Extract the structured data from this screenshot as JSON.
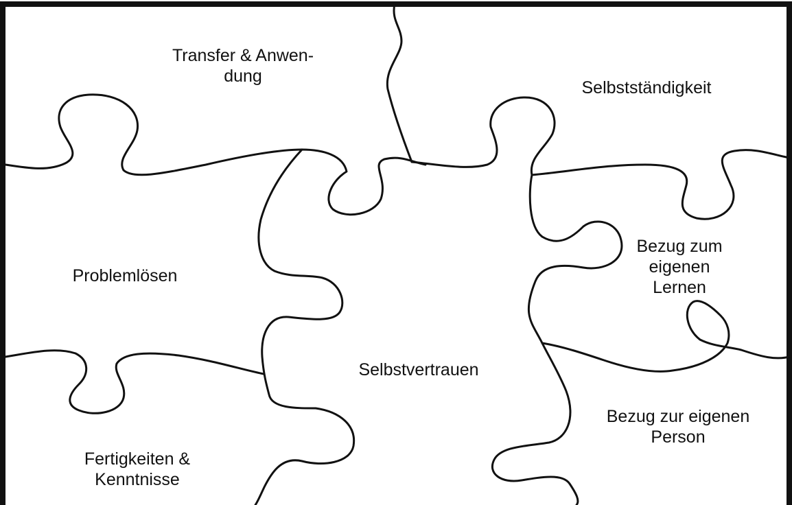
{
  "colors": {
    "background": "#ffffff",
    "outline": "#111111",
    "text": "#111111"
  },
  "pieces": {
    "transfer": {
      "line1": "Transfer & Anwen-",
      "line2": "dung"
    },
    "selbststaendigkeit": {
      "line1": "Selbstständigkeit"
    },
    "problemloesen": {
      "line1": "Problemlösen"
    },
    "bezug_lernen": {
      "line1": "Bezug zum",
      "line2": "eigenen",
      "line3": "Lernen"
    },
    "selbstvertrauen": {
      "line1": "Selbstvertrauen"
    },
    "bezug_person": {
      "line1": "Bezug zur eigenen",
      "line2": "Person"
    },
    "fertigkeiten": {
      "line1": "Fertigkeiten &",
      "line2": "Kenntnisse"
    }
  }
}
